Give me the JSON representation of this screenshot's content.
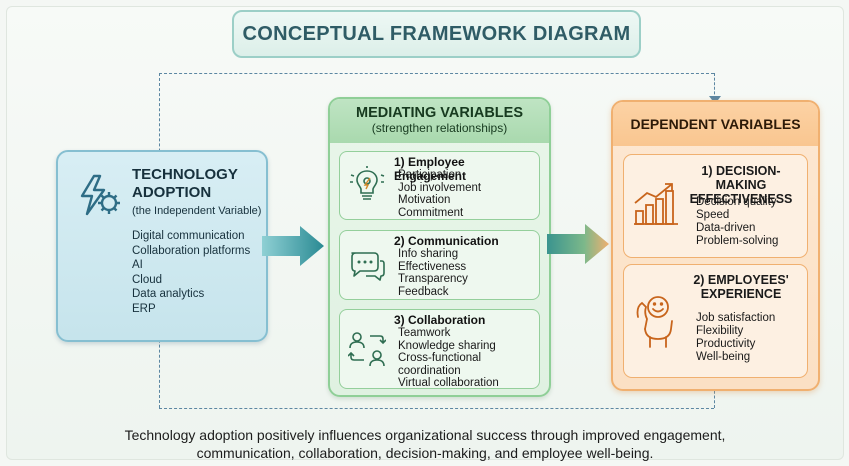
{
  "title": "CONCEPTUAL FRAMEWORK DIAGRAM",
  "independent": {
    "title_line1": "TECHNOLOGY",
    "title_line2": "ADOPTION",
    "subtitle": "(the Independent Variable)",
    "icon": "lightning-gear-icon",
    "items": [
      "Digital communication",
      "Collaboration platforms",
      "AI",
      "Cloud",
      "Data analytics",
      "ERP"
    ]
  },
  "mediating": {
    "title": "MEDIATING VARIABLES",
    "subtitle": "(strengthen relationships)",
    "cards": [
      {
        "title": "1) Employee Engagement",
        "icon": "lightbulb-gears-icon",
        "items": [
          "Participation",
          "Job involvement",
          "Motivation",
          "Commitment"
        ]
      },
      {
        "title": "2) Communication",
        "icon": "chat-bubbles-icon",
        "items": [
          "Info sharing",
          "Effectiveness",
          "Transparency",
          "Feedback"
        ]
      },
      {
        "title": "3) Collaboration",
        "icon": "people-exchange-icon",
        "items": [
          "Teamwork",
          "Knowledge sharing",
          "Cross-functional",
          "coordination",
          "Virtual collaboration"
        ]
      }
    ]
  },
  "dependent": {
    "title": "DEPENDENT VARIABLES",
    "cards": [
      {
        "title_line1": "1) DECISION-MAKING",
        "title_line2": "EFFECTIVENESS",
        "icon": "growth-bar-chart-icon",
        "items": [
          "Decision quality",
          "Speed",
          "Data-driven",
          "Problem-solving"
        ]
      },
      {
        "title_line1": "2) EMPLOYEES'",
        "title_line2": "EXPERIENCE",
        "icon": "happy-strong-person-icon",
        "items": [
          "Job satisfaction",
          "Flexibility",
          "Productivity",
          "Well-being"
        ]
      }
    ]
  },
  "caption": {
    "line1": "Technology adoption positively influences organizational success through improved engagement,",
    "line2": "communication, collaboration, decision-making, and employee well-being."
  },
  "colors": {
    "independent_accent": "#86bfd1",
    "mediating_accent": "#8fcf97",
    "dependent_accent": "#f0b070",
    "arrow_teal": "#2f8f95",
    "loop_dash": "#5c87a2"
  }
}
